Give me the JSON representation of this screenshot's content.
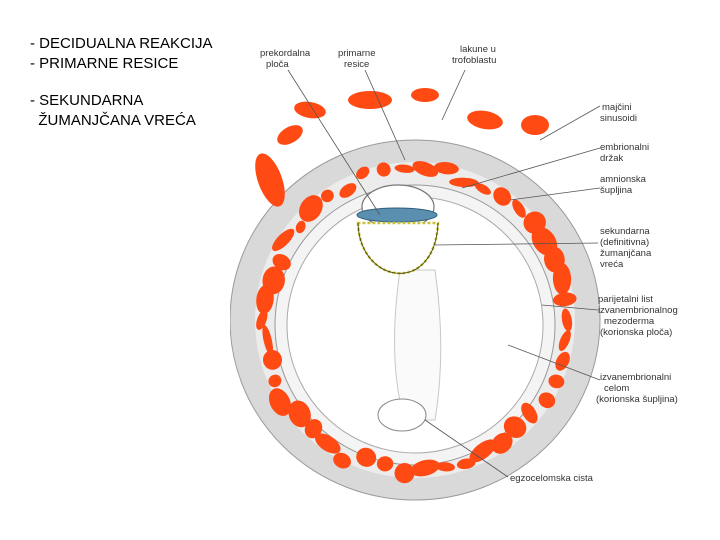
{
  "slide": {
    "lines": [
      "- DECIDUALNA REAKCIJA",
      "- PRIMARNE RESICE",
      "- SEKUNDARNA",
      "  ŽUMANJČANA VREĆA"
    ]
  },
  "figure": {
    "labels": {
      "prekordalna": [
        "prekordalna",
        "ploča"
      ],
      "primarne": [
        "primarne",
        "resice"
      ],
      "lakune": [
        "lakune u",
        "trofoblastu"
      ],
      "sinusoidi": [
        "majčini",
        "sinusoidi"
      ],
      "drzak": [
        "embrionalni",
        "držak"
      ],
      "amnion": [
        "amnionska",
        "šupljina"
      ],
      "sekundarna": [
        "sekundarna",
        "(definitivna)",
        "žumanjčana",
        "vreća"
      ],
      "parijetalni": [
        "parijetalni list",
        "izvanembrionalnog",
        "mezoderma",
        "(korionska ploča)"
      ],
      "celom": [
        "izvanembrionalni",
        "celom",
        "(korionska šupljina)"
      ],
      "cista": [
        "egzocelomska cista"
      ]
    },
    "colors": {
      "trophoblast": "#ff4a14",
      "tissue": "#d9d9d9",
      "yolk_sac": "#c9c23a",
      "embryo": "#5b8fb0"
    }
  }
}
